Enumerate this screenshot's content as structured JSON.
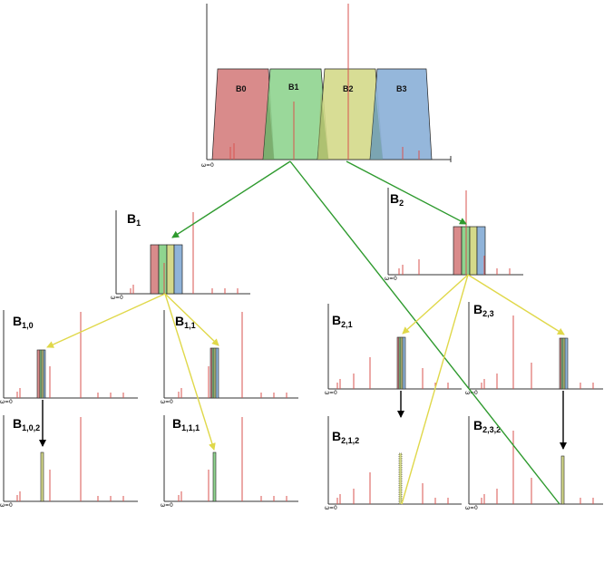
{
  "colors": {
    "band0": "#d98b8b",
    "band1": "#8fd48f",
    "band2": "#d4d98a",
    "band3": "#8fb3d9",
    "spike": "#d9534f",
    "arrow_green": "#2e9a2e",
    "arrow_yellow": "#e0d84a",
    "arrow_black": "#000000",
    "axis": "#333333"
  },
  "root": {
    "bands": [
      "B0",
      "B1",
      "B2",
      "B3"
    ],
    "origin_label": "ω=0"
  },
  "nodes": [
    {
      "id": "b1",
      "label": "B",
      "sub": "1",
      "origin_label": "ω=0"
    },
    {
      "id": "b2",
      "label": "B",
      "sub": "2",
      "origin_label": "ω=0"
    },
    {
      "id": "b10",
      "label": "B",
      "sub": "1,0",
      "origin_label": "ω=0"
    },
    {
      "id": "b11",
      "label": "B",
      "sub": "1,1",
      "origin_label": "ω=0"
    },
    {
      "id": "b21",
      "label": "B",
      "sub": "2,1",
      "origin_label": "ω=0"
    },
    {
      "id": "b23",
      "label": "B",
      "sub": "2,3",
      "origin_label": "ω=0"
    },
    {
      "id": "b102",
      "label": "B",
      "sub": "1,0,2",
      "origin_label": "ω=0"
    },
    {
      "id": "b111",
      "label": "B",
      "sub": "1,1,1",
      "origin_label": "ω=0"
    },
    {
      "id": "b212",
      "label": "B",
      "sub": "2,1,2",
      "origin_label": "ω=0"
    },
    {
      "id": "b232",
      "label": "B",
      "sub": "2,3,2",
      "origin_label": "ω=0"
    }
  ]
}
